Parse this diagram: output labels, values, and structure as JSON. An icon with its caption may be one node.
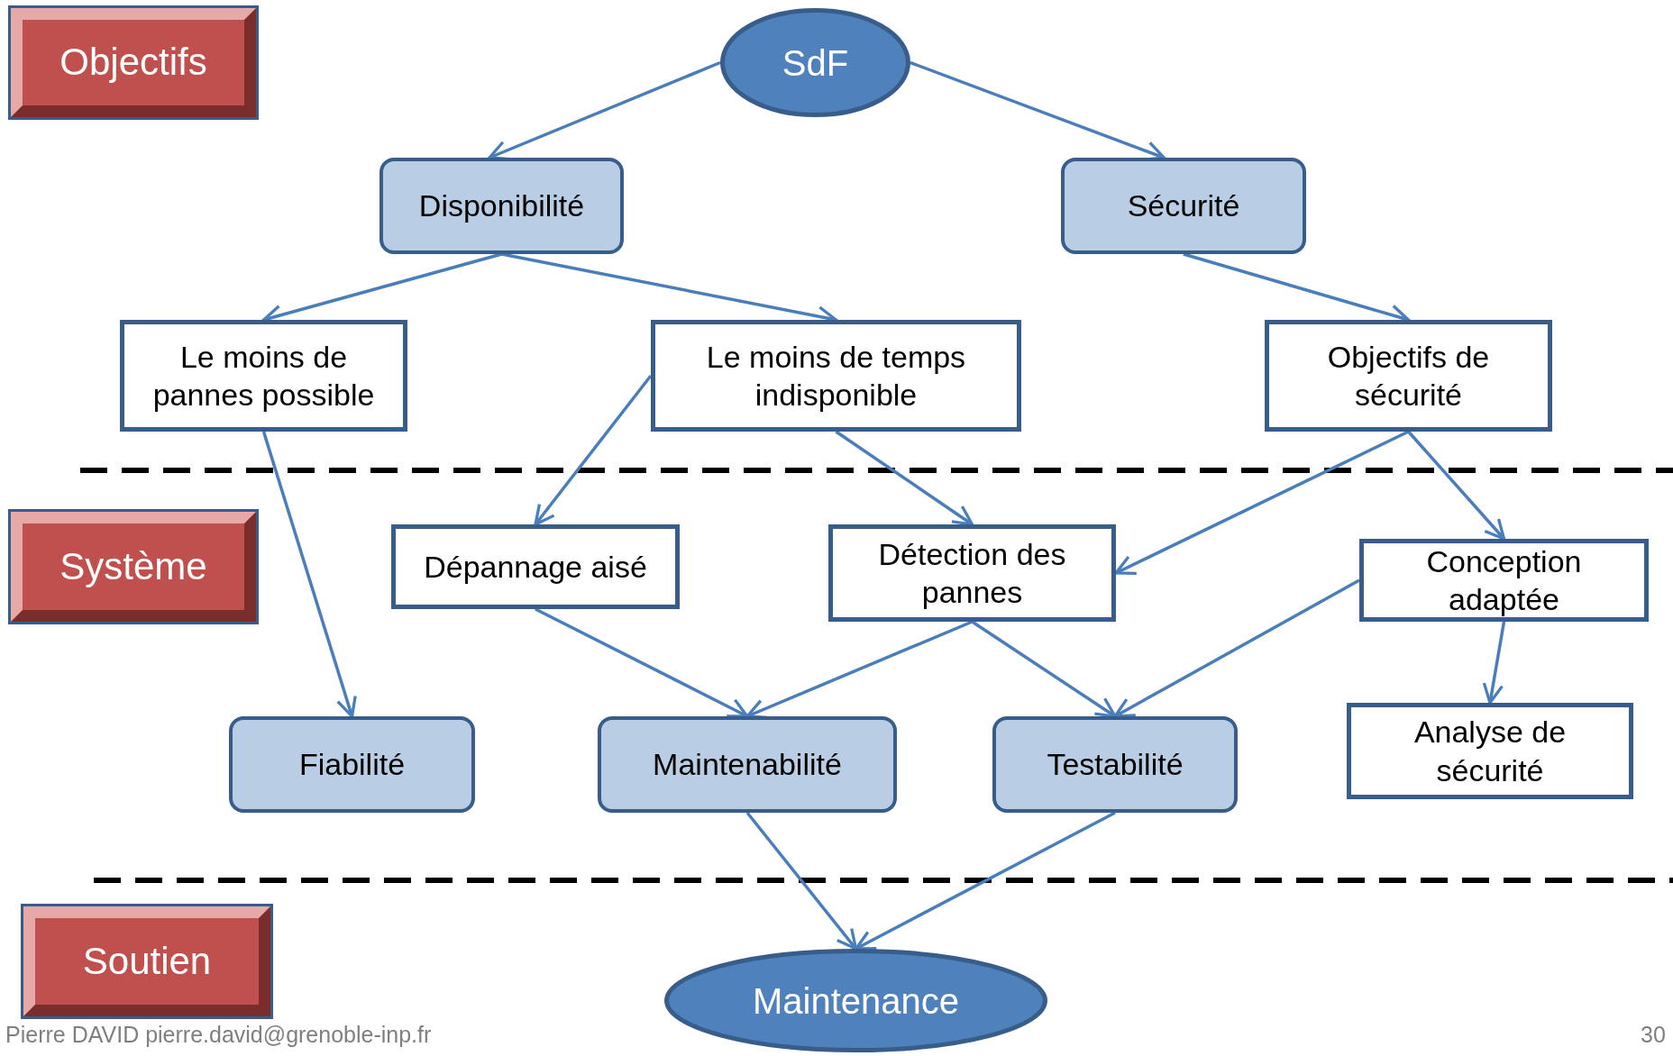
{
  "diagram": {
    "nodes": [
      {
        "text": [
          "Objectifs"
        ]
      },
      {
        "text": [
          "Système"
        ]
      },
      {
        "text": [
          "Soutien"
        ]
      },
      {
        "text": [
          "SdF"
        ]
      },
      {
        "text": [
          "Disponibilité"
        ]
      },
      {
        "text": [
          "Sécurité"
        ]
      },
      {
        "text": [
          "Le moins de pannes possible"
        ]
      },
      {
        "text": [
          "Le moins de temps indisponible"
        ]
      },
      {
        "text": [
          "Objectifs de sécurité"
        ]
      },
      {
        "text": [
          "Dépannage aisé"
        ]
      },
      {
        "text": [
          "Détection des pannes"
        ]
      },
      {
        "text": [
          "Conception adaptée"
        ]
      },
      {
        "text": [
          "Fiabilité"
        ]
      },
      {
        "text": [
          "Maintenabilité"
        ]
      },
      {
        "text": [
          "Testabilité"
        ]
      },
      {
        "text": [
          "Analyse de sécurité"
        ]
      },
      {
        "text": [
          "Maintenance"
        ]
      }
    ],
    "edges": [
      {
        "from": 3,
        "to": 4,
        "arrow": "to"
      },
      {
        "from": 3,
        "to": 5,
        "arrow": "to"
      },
      {
        "from": 4,
        "to": 6,
        "arrow": "to"
      },
      {
        "from": 4,
        "to": 7,
        "arrow": "to"
      },
      {
        "from": 5,
        "to": 8,
        "arrow": "to"
      },
      {
        "from": 6,
        "to": 12,
        "arrow": "to"
      },
      {
        "from": 7,
        "to": 9,
        "arrow": "to"
      },
      {
        "from": 7,
        "to": 10,
        "arrow": "to"
      },
      {
        "from": 8,
        "to": 10,
        "arrow": "to"
      },
      {
        "from": 8,
        "to": 11,
        "arrow": "to"
      },
      {
        "from": 9,
        "to": 13,
        "arrow": "to"
      },
      {
        "from": 10,
        "to": 13,
        "arrow": "to"
      },
      {
        "from": 10,
        "to": 14,
        "arrow": "to"
      },
      {
        "from": 11,
        "to": 14,
        "arrow": "to"
      },
      {
        "from": 11,
        "to": 15,
        "arrow": "to"
      },
      {
        "from": 13,
        "to": 16,
        "arrow": "to"
      },
      {
        "from": 14,
        "to": 16,
        "arrow": "to"
      }
    ],
    "labels": [
      "Pierre DAVID pierre.david@grenoble-inp.fr",
      "30"
    ]
  }
}
